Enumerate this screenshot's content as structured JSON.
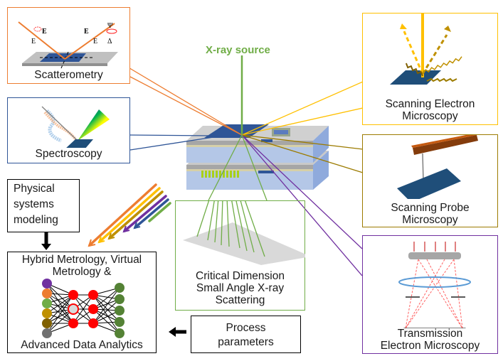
{
  "title": "X-ray source",
  "colors": {
    "scatterometry": "#ed7d31",
    "spectroscopy": "#2f5597",
    "sem": "#ffc000",
    "spm": "#9c7b00",
    "tem": "#7030a0",
    "cdsaxs": "#70ad47",
    "black": "#000000"
  },
  "techniques": {
    "scatterometry": {
      "label": "Scatterometry",
      "glyphs": [
        "E'p",
        "E's",
        "E'p",
        "E's",
        "Ψ",
        "Δ"
      ]
    },
    "spectroscopy": {
      "label": "Spectroscopy"
    },
    "sem": {
      "label_line1": "Scanning Electron",
      "label_line2": "Microscopy"
    },
    "spm": {
      "label_line1": "Scanning Probe",
      "label_line2": "Microscopy"
    },
    "tem": {
      "label_line1": "Transmission",
      "label_line2": "Electron Microscopy"
    },
    "cdsaxs": {
      "label_line1": "Critical Dimension",
      "label_line2": "Small Angle X-ray",
      "label_line3": "Scattering"
    }
  },
  "physical_modeling": {
    "line1": "Physical",
    "line2": "systems",
    "line3": "modeling"
  },
  "hybrid": {
    "line1": "Hybrid Metrology, Virtual",
    "line2": "Metrology &",
    "line3": "Advanced Data Analytics"
  },
  "process": {
    "line1": "Process",
    "line2": "parameters"
  },
  "neural_net": {
    "input_colors": [
      "#7030a0",
      "#ed7d31",
      "#70ad47",
      "#bf9000",
      "#806000",
      "#707070"
    ],
    "hidden_color": "#ff0000",
    "output_color": "#548235"
  }
}
